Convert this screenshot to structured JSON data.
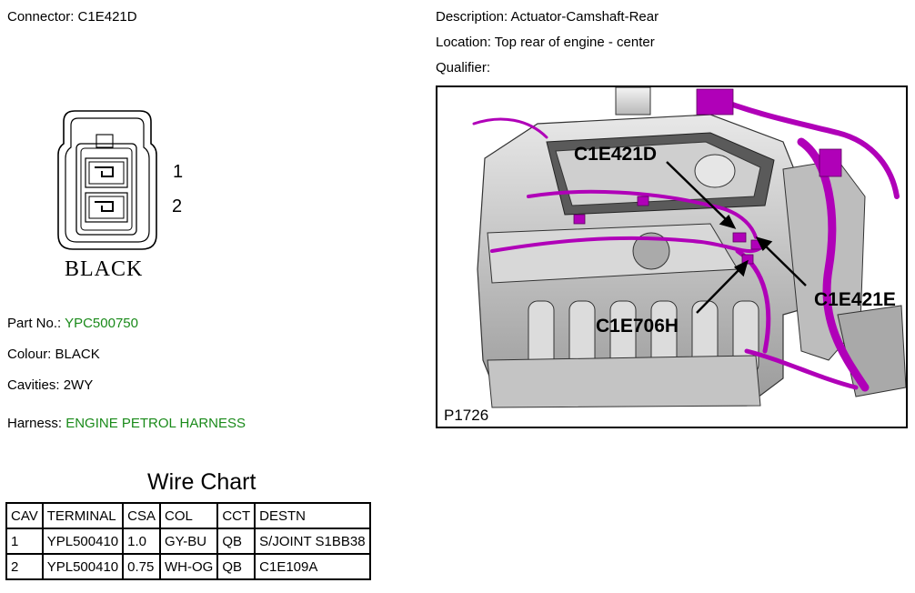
{
  "connector": {
    "label": "Connector:",
    "id": "C1E421D",
    "pins": [
      "1",
      "2"
    ],
    "face_color_label": "BLACK"
  },
  "details": {
    "description_label": "Description:",
    "description": "Actuator-Camshaft-Rear",
    "location_label": "Location:",
    "location": "Top rear of engine - center",
    "qualifier_label": "Qualifier:",
    "qualifier": ""
  },
  "part": {
    "part_no_label": "Part No.:",
    "part_no": "YPC500750",
    "colour_label": "Colour:",
    "colour": "BLACK",
    "cavities_label": "Cavities:",
    "cavities": "2WY",
    "harness_label": "Harness:",
    "harness": "ENGINE PETROL HARNESS"
  },
  "figure": {
    "figure_id": "P1726",
    "callouts": [
      "C1E421D",
      "C1E421E",
      "C1E706H"
    ],
    "harness_color": "#b000b8"
  },
  "wire_chart": {
    "title": "Wire Chart",
    "headers": [
      "CAV",
      "TERMINAL",
      "CSA",
      "COL",
      "CCT",
      "DESTN"
    ],
    "rows": [
      [
        "1",
        "YPL500410",
        "1.0",
        "GY-BU",
        "QB",
        "S/JOINT S1BB38"
      ],
      [
        "2",
        "YPL500410",
        "0.75",
        "WH-OG",
        "QB",
        "C1E109A"
      ]
    ]
  },
  "colors": {
    "link_green": "#1a8a1a"
  }
}
